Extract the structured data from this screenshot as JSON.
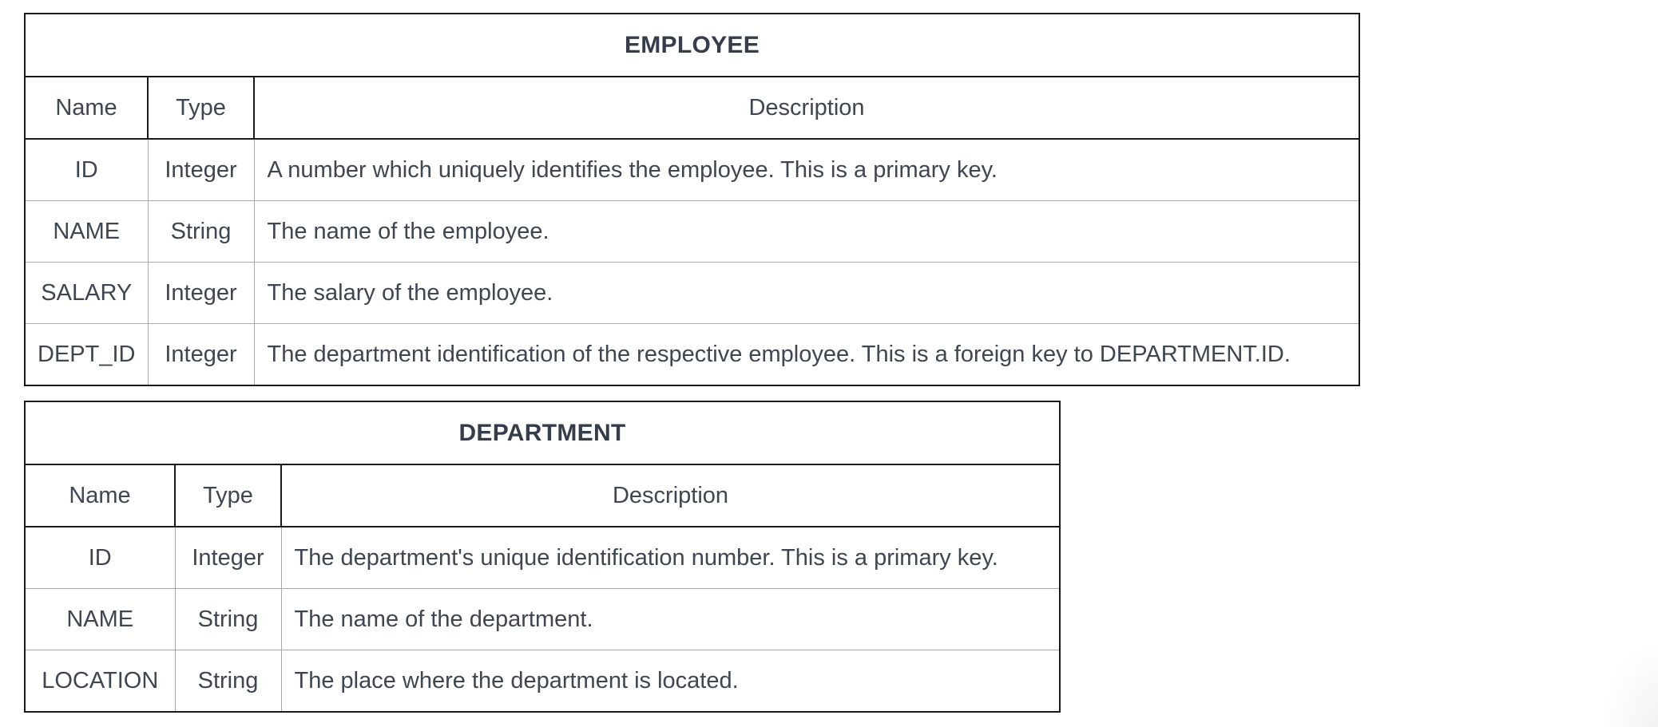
{
  "tables": [
    {
      "id": "employee",
      "title": "EMPLOYEE",
      "headers": [
        "Name",
        "Type",
        "Description"
      ],
      "rows": [
        [
          "ID",
          "Integer",
          "A number which uniquely identifies the employee. This is a primary key."
        ],
        [
          "NAME",
          "String",
          "The name of the employee."
        ],
        [
          "SALARY",
          "Integer",
          "The salary of the employee."
        ],
        [
          "DEPT_ID",
          "Integer",
          "The department identification of the respective employee. This is a foreign key to DEPARTMENT.ID."
        ]
      ]
    },
    {
      "id": "department",
      "title": "DEPARTMENT",
      "headers": [
        "Name",
        "Type",
        "Description"
      ],
      "rows": [
        [
          "ID",
          "Integer",
          "The department's unique identification number. This is a primary key."
        ],
        [
          "NAME",
          "String",
          "The name of the department."
        ],
        [
          "LOCATION",
          "String",
          "The place where the department is located."
        ]
      ]
    }
  ]
}
